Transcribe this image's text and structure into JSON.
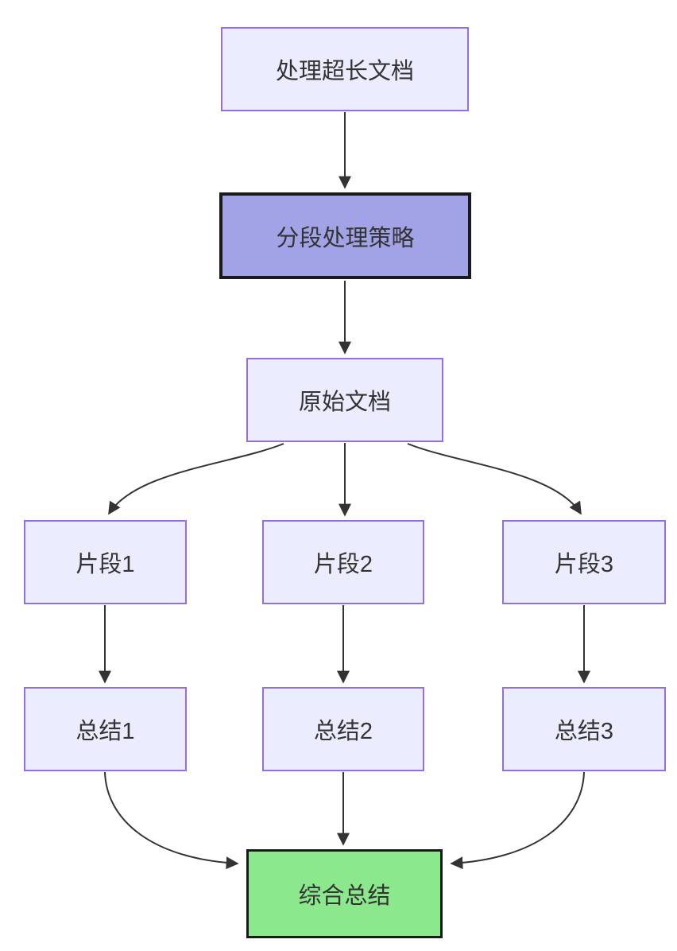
{
  "diagram": {
    "type": "flowchart",
    "direction": "top-down",
    "nodes": [
      {
        "id": "process-long-document",
        "label": "处理超长文档",
        "style": "default"
      },
      {
        "id": "segmentation-strategy",
        "label": "分段处理策略",
        "style": "strategy"
      },
      {
        "id": "original-document",
        "label": "原始文档",
        "style": "default"
      },
      {
        "id": "segment-1",
        "label": "片段1",
        "style": "default"
      },
      {
        "id": "segment-2",
        "label": "片段2",
        "style": "default"
      },
      {
        "id": "segment-3",
        "label": "片段3",
        "style": "default"
      },
      {
        "id": "summary-1",
        "label": "总结1",
        "style": "default"
      },
      {
        "id": "summary-2",
        "label": "总结2",
        "style": "default"
      },
      {
        "id": "summary-3",
        "label": "总结3",
        "style": "default"
      },
      {
        "id": "final-summary",
        "label": "综合总结",
        "style": "final"
      }
    ],
    "edges": [
      {
        "from": "处理超长文档",
        "to": "分段处理策略"
      },
      {
        "from": "分段处理策略",
        "to": "原始文档"
      },
      {
        "from": "原始文档",
        "to": "片段1"
      },
      {
        "from": "原始文档",
        "to": "片段2"
      },
      {
        "from": "原始文档",
        "to": "片段3"
      },
      {
        "from": "片段1",
        "to": "总结1"
      },
      {
        "from": "片段2",
        "to": "总结2"
      },
      {
        "from": "片段3",
        "to": "总结3"
      },
      {
        "from": "总结1",
        "to": "综合总结"
      },
      {
        "from": "总结2",
        "to": "综合总结"
      },
      {
        "from": "总结3",
        "to": "综合总结"
      }
    ],
    "colors": {
      "background": "#ffffff",
      "node_fill": "#ECECFF",
      "node_border": "#9370DB",
      "strategy_fill": "#A2A2E6",
      "strategy_border": "#1a1a1a",
      "final_fill": "#8CE88C",
      "final_border": "#1a1a1a",
      "edge": "#333333",
      "text": "#333333"
    }
  }
}
